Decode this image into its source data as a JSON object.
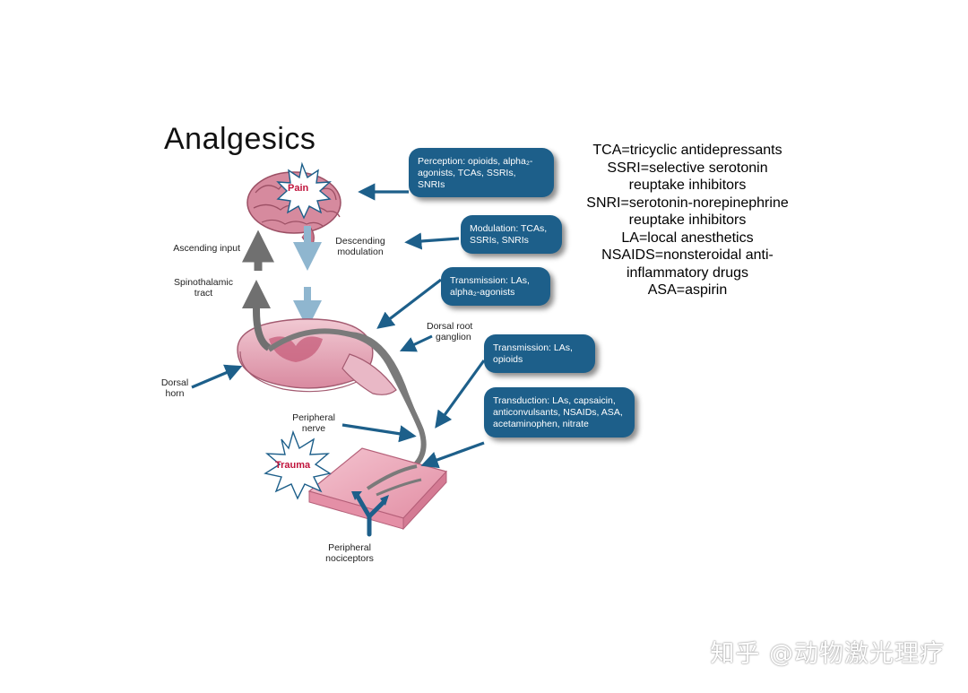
{
  "title": "Analgesics",
  "boxes": {
    "perception": "Perception: opioids, alpha₂-agonists, TCAs, SSRIs, SNRIs",
    "modulation": "Modulation: TCAs, SSRIs, SNRIs",
    "transmission_central": "Transmission: LAs, alpha₂-agonists",
    "transmission_peripheral": "Transmission: LAs, opioids",
    "transduction": "Transduction: LAs, capsaicin, anticonvulsants, NSAIDs, ASA, acetaminophen, nitrate"
  },
  "labels": {
    "pain": "Pain",
    "trauma": "Trauma",
    "ascending_input": "Ascending input",
    "spinothalamic_tract_1": "Spinothalamic",
    "spinothalamic_tract_2": "tract",
    "descending_modulation_1": "Descending",
    "descending_modulation_2": "modulation",
    "dorsal_root_ganglion_1": "Dorsal root",
    "dorsal_root_ganglion_2": "ganglion",
    "dorsal_horn_1": "Dorsal",
    "dorsal_horn_2": "horn",
    "peripheral_nerve_1": "Peripheral",
    "peripheral_nerve_2": "nerve",
    "peripheral_nociceptors_1": "Peripheral",
    "peripheral_nociceptors_2": "nociceptors"
  },
  "glossary": [
    "TCA=tricyclic antidepressants",
    "SSRI=selective serotonin",
    "reuptake inhibitors",
    "SNRI=serotonin-norepinephrine",
    "reuptake inhibitors",
    "LA=local anesthetics",
    "NSAIDS=nonsteroidal anti-",
    "inflammatory drugs",
    "ASA=aspirin"
  ],
  "watermark": "知乎 @动物激光理疗",
  "colors": {
    "box_fill": "#1d5f8a",
    "arrow_blue": "#1d5f8a",
    "light_arrow": "#8fb6cf",
    "gray_tract": "#6e6e6e",
    "tissue_pink": "#e7a9b8",
    "pain_red": "#c0143c"
  }
}
